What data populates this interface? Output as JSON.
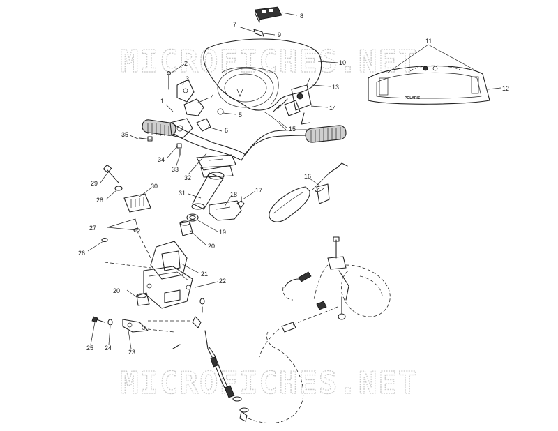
{
  "watermark": "MICROFICHES.NET",
  "logo_text": "POLARIS",
  "callouts": [
    {
      "n": "1"
    },
    {
      "n": "2"
    },
    {
      "n": "3"
    },
    {
      "n": "4"
    },
    {
      "n": "5"
    },
    {
      "n": "6"
    },
    {
      "n": "7"
    },
    {
      "n": "8"
    },
    {
      "n": "9"
    },
    {
      "n": "10"
    },
    {
      "n": "11"
    },
    {
      "n": "12"
    },
    {
      "n": "13"
    },
    {
      "n": "14"
    },
    {
      "n": "15"
    },
    {
      "n": "16"
    },
    {
      "n": "17"
    },
    {
      "n": "18"
    },
    {
      "n": "19"
    },
    {
      "n": "20"
    },
    {
      "n": "20"
    },
    {
      "n": "21"
    },
    {
      "n": "22"
    },
    {
      "n": "23"
    },
    {
      "n": "24"
    },
    {
      "n": "25"
    },
    {
      "n": "26"
    },
    {
      "n": "27"
    },
    {
      "n": "28"
    },
    {
      "n": "29"
    },
    {
      "n": "30"
    },
    {
      "n": "31"
    },
    {
      "n": "32"
    },
    {
      "n": "33"
    },
    {
      "n": "34"
    },
    {
      "n": "35"
    }
  ]
}
